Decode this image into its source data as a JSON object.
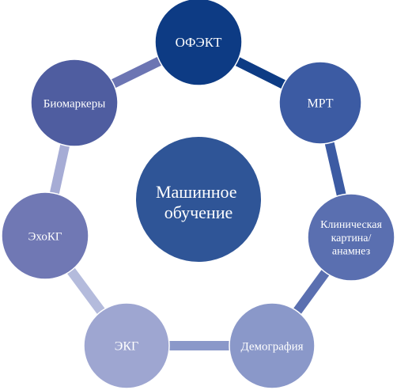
{
  "diagram": {
    "center": {
      "lines": [
        "Машинное",
        "обучение"
      ],
      "color": "#2f5597"
    },
    "nodes": [
      {
        "id": "spect",
        "lines": [
          "ОФЭКТ"
        ],
        "color": "#0d3b84",
        "connector_color": "#0d3b84"
      },
      {
        "id": "mri",
        "lines": [
          "МРТ"
        ],
        "color": "#3c5ba3",
        "connector_color": "#3c5ba3"
      },
      {
        "id": "clinical",
        "lines": [
          "Клиническая",
          "картина/",
          "анамнез"
        ],
        "color": "#5a6fb0",
        "connector_color": "#5a6fb0"
      },
      {
        "id": "demography",
        "lines": [
          "Демография"
        ],
        "color": "#8a98c9",
        "connector_color": "#8a98c9"
      },
      {
        "id": "ecg",
        "lines": [
          "ЭКГ"
        ],
        "color": "#9ea6d1",
        "connector_color": "#b4bbdc"
      },
      {
        "id": "echo",
        "lines": [
          "ЭхоКГ"
        ],
        "color": "#7078b4",
        "connector_color": "#a6acd5"
      },
      {
        "id": "biomarkers",
        "lines": [
          "Биомаркеры"
        ],
        "color": "#4f5da0",
        "connector_color": "#6c75b3"
      }
    ]
  }
}
